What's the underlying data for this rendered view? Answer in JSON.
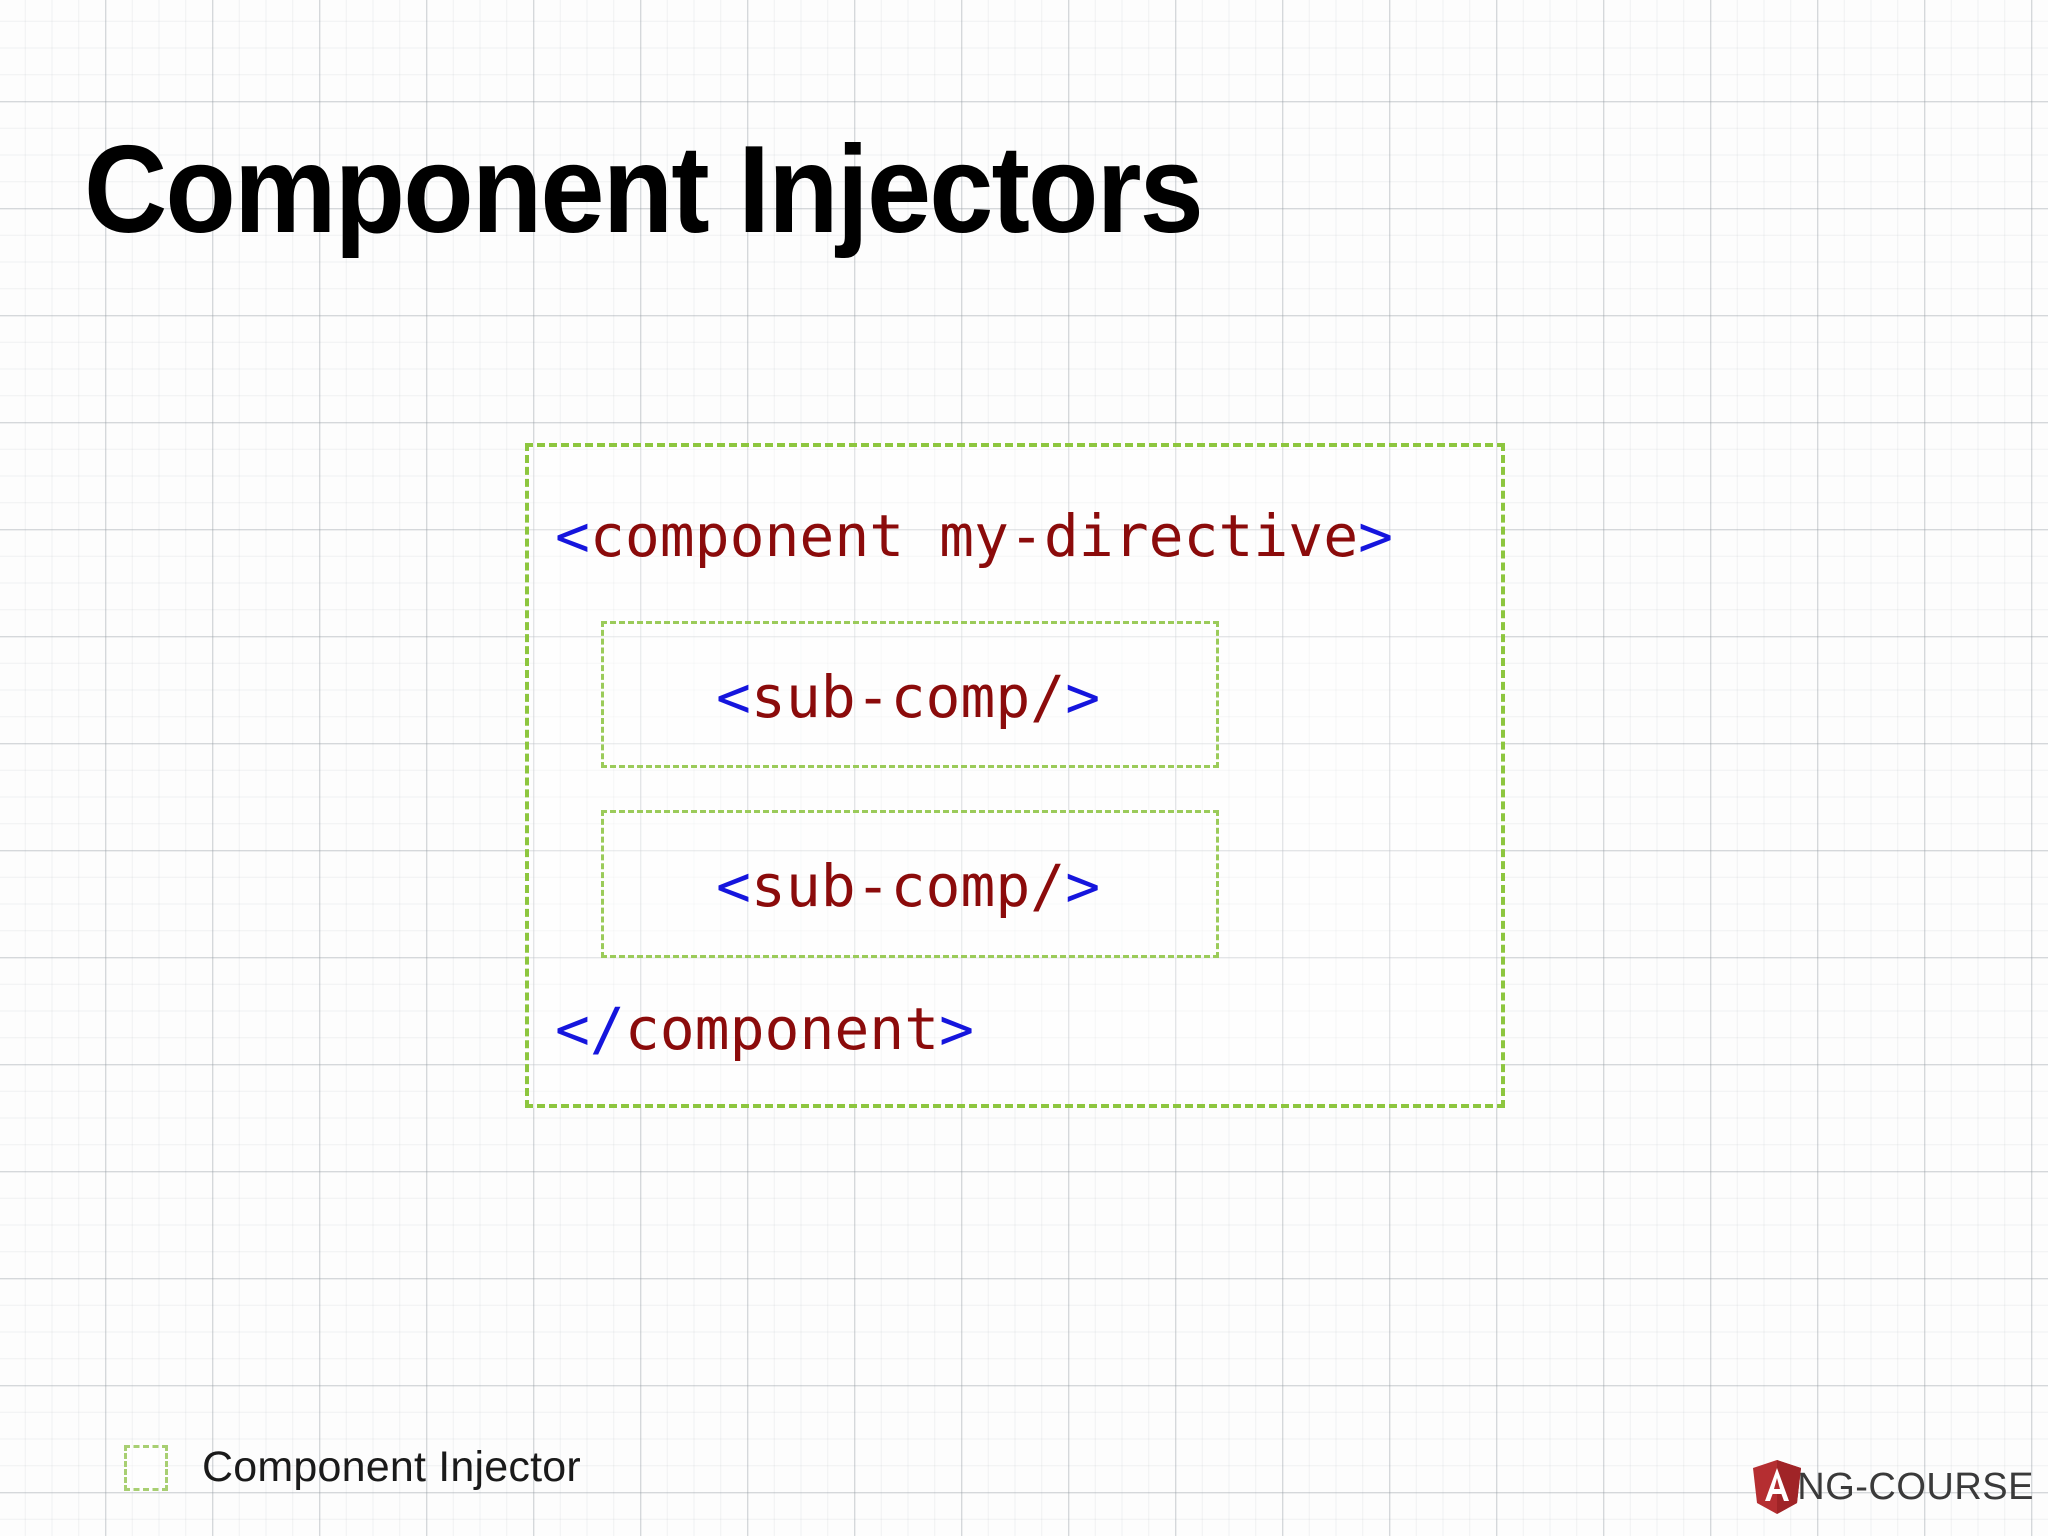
{
  "slide": {
    "title": "Component Injectors"
  },
  "diagram": {
    "outer_box": {
      "name": "component-injector-box",
      "open_tag": {
        "bracket_open": "<",
        "tag_text": "component my-directive",
        "bracket_close": ">",
        "full": "<component my-directive>"
      },
      "close_tag": {
        "bracket_open": "</",
        "tag_text": "component",
        "bracket_close": ">",
        "full": "</component>"
      }
    },
    "sub_boxes": [
      {
        "name": "sub-component-injector-box-1",
        "bracket_open": "<",
        "tag_text": "sub-comp/",
        "bracket_close": ">",
        "full": "<sub-comp/>"
      },
      {
        "name": "sub-component-injector-box-2",
        "bracket_open": "<",
        "tag_text": "sub-comp/",
        "bracket_close": ">",
        "full": "<sub-comp/>"
      }
    ]
  },
  "legend": {
    "label": "Component Injector",
    "swatch_icon": "dashed-square-icon"
  },
  "brand": {
    "logo_icon": "angular-shield-icon",
    "shield_letter": "A",
    "text": "NG-COURSE"
  },
  "colors": {
    "injector_border": "#8DC63F",
    "sub_injector_border": "#9BCB5A",
    "legend_swatch_border": "#A8CF72",
    "code_tag": "#8B0B0B",
    "code_bracket": "#1515DD",
    "title": "#000000",
    "brand_shield": "#B52E31",
    "background": "#FDFDFD",
    "grid_line": "#AAB2B9"
  }
}
